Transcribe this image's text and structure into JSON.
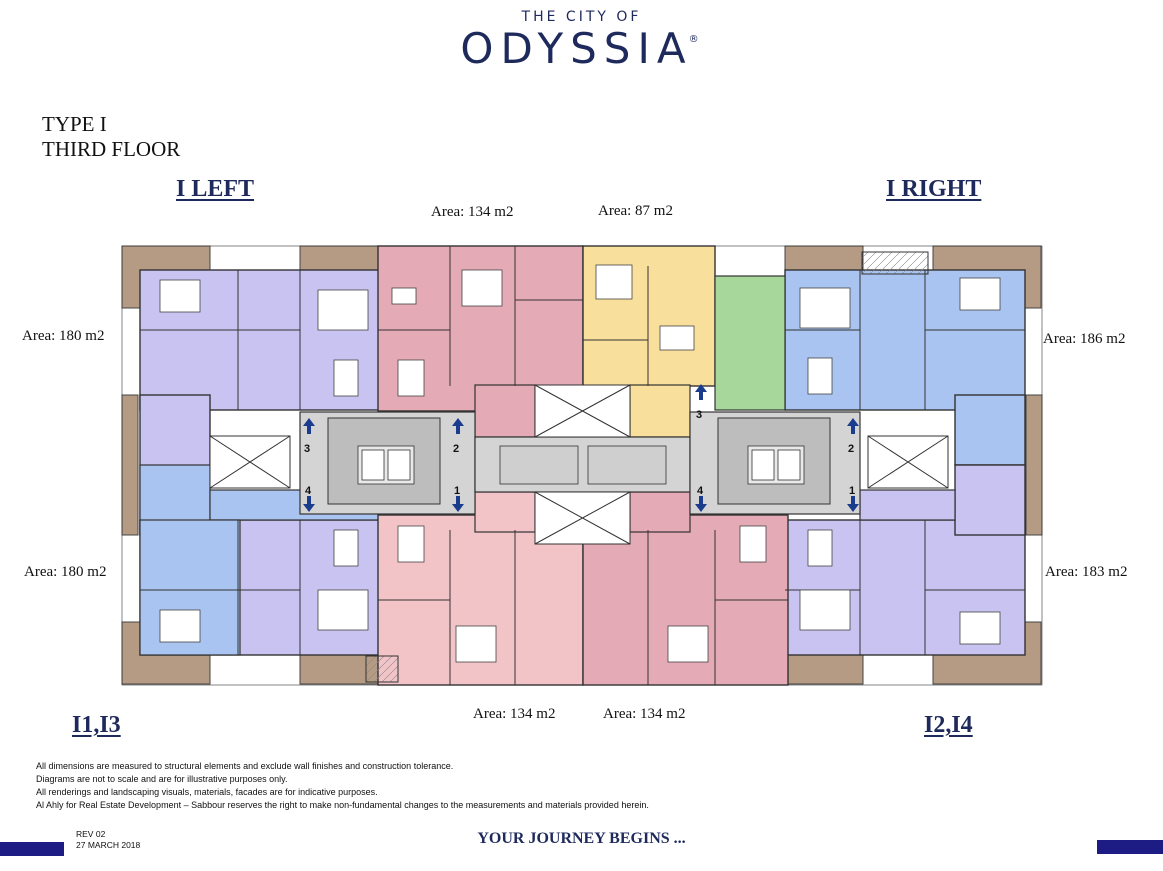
{
  "brand": {
    "top_line": "THE CITY OF",
    "name": "ODYSSIA",
    "mark": "®"
  },
  "plan": {
    "type": "TYPE I",
    "floor": "THIRD FLOOR"
  },
  "sides": {
    "left": "I LEFT",
    "right": "I RIGHT"
  },
  "units": {
    "bottom_left": "I1,I3",
    "bottom_right": "I2,I4"
  },
  "areas": {
    "top_center_left": "Area: 134 m2",
    "top_center_right": "Area: 87 m2",
    "left_upper": "Area: 180 m2",
    "left_lower": "Area: 180 m2",
    "right_upper": "Area: 186 m2",
    "right_lower": "Area: 183 m2",
    "bottom_center_left": "Area: 134 m2",
    "bottom_center_right": "Area: 134 m2"
  },
  "entrances": {
    "left_core": [
      "3",
      "2",
      "4",
      "1"
    ],
    "right_core": [
      "3",
      "2",
      "4",
      "1"
    ]
  },
  "colors": {
    "purple": "#c9c3f1",
    "blue": "#a9c4f0",
    "pink": "#e4aab5",
    "light_pink": "#f2c4c8",
    "yellow": "#f8df9c",
    "green": "#a7d79b",
    "balcony": "#b59b83",
    "core": "#d4d4d4",
    "brand_navy": "#1f2a5c",
    "arrow": "#1b3c8c"
  },
  "notes": [
    "All dimensions are measured to structural elements and exclude wall finishes and construction tolerance.",
    "Diagrams are not to scale and are for illustrative purposes only.",
    "All renderings and landscaping visuals, materials, facades are for indicative purposes.",
    "Al Ahly for Real Estate Development – Sabbour reserves the right to make non-fundamental changes to the measurements and materials provided herein."
  ],
  "revision": {
    "rev": "REV 02",
    "date": "27 MARCH 2018"
  },
  "tagline": "YOUR JOURNEY BEGINS ..."
}
